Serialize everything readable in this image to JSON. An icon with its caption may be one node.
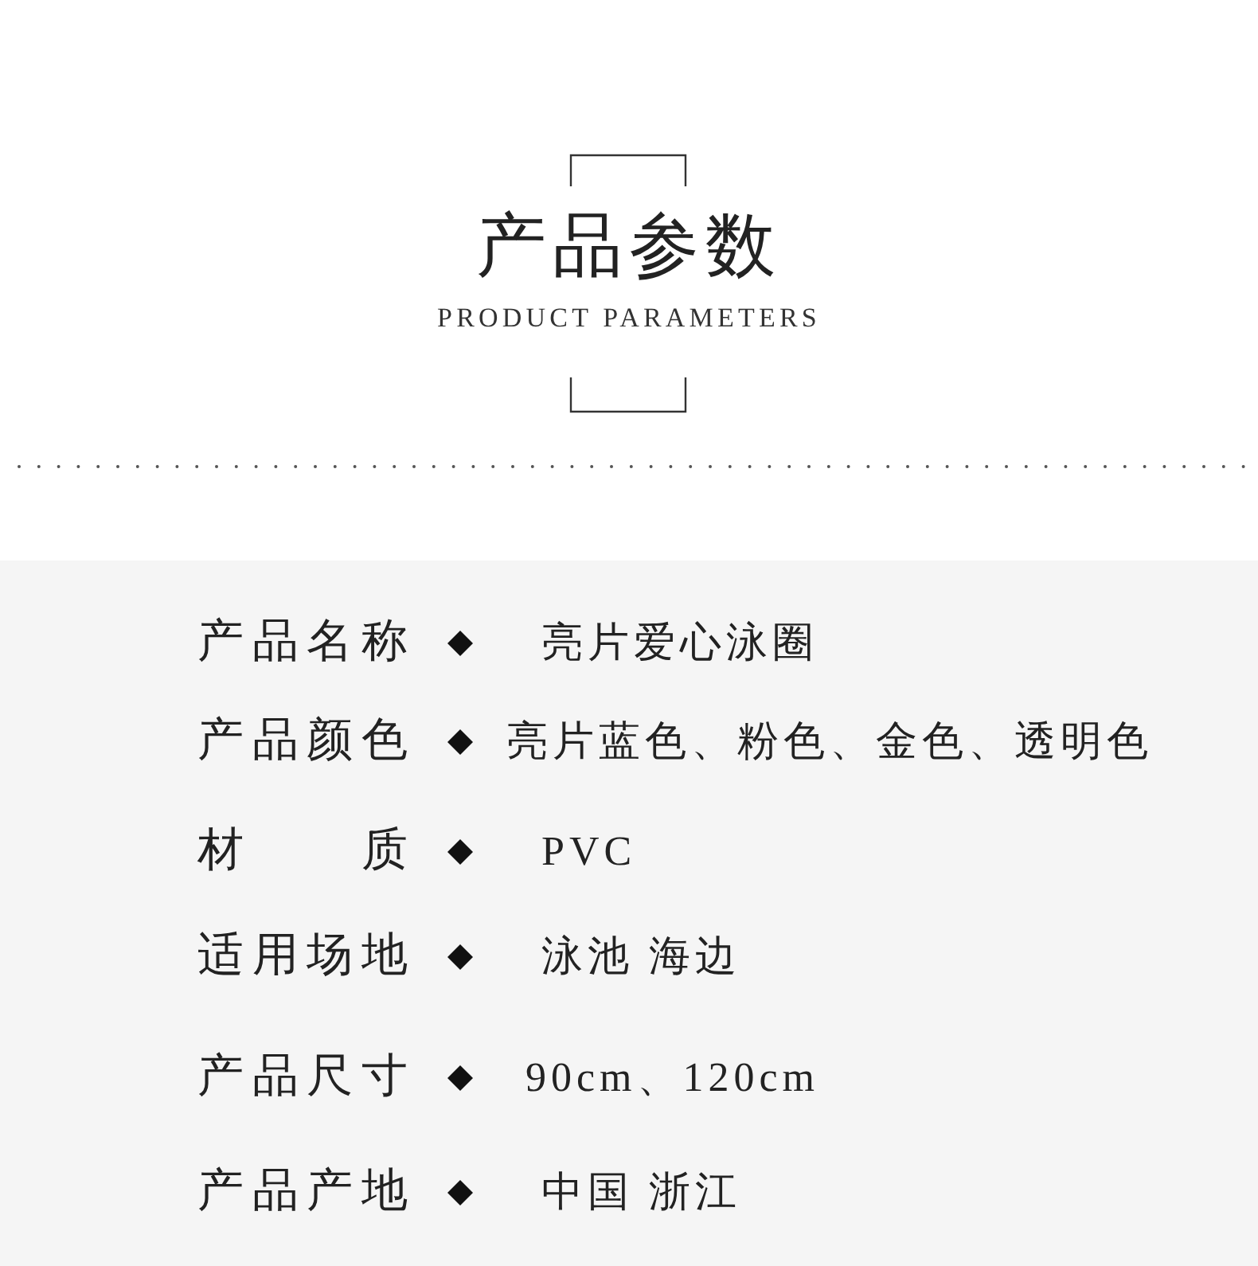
{
  "diagram": {
    "title": "产品参数",
    "labels": [
      "PRODUCT PARAMETERS",
      "产品名称",
      "亮片爱心泳圈",
      "产品颜色",
      "亮片蓝色、粉色、金色、透明色",
      "材质",
      "PVC",
      "适用场地",
      "泳池 海边",
      "产品尺寸",
      "90cm、120cm",
      "产品产地",
      "中国 浙江"
    ]
  }
}
